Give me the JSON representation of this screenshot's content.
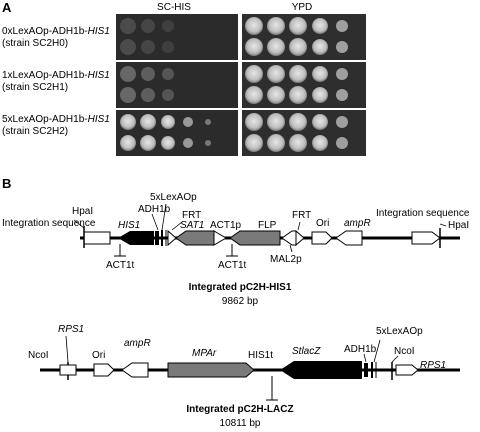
{
  "panelA": {
    "letter": "A",
    "col_headers": [
      "SC-HIS",
      "YPD"
    ],
    "strains": [
      {
        "construct": "0xLexAOp-ADH1b-",
        "gene": "HIS1",
        "strain": "(strain SC2H0)"
      },
      {
        "construct": "1xLexAOp-ADH1b-",
        "gene": "HIS1",
        "strain": "(strain SC2H1)"
      },
      {
        "construct": "5xLexAOp-ADH1b-",
        "gene": "HIS1",
        "strain": "(strain SC2H2)"
      }
    ]
  },
  "panelB": {
    "letter": "B",
    "map1": {
      "title": "Integrated pC2H-HIS1",
      "size": "9862 bp",
      "labels": {
        "hpa_left": "HpaI",
        "integration_left": "Integration sequence",
        "his1": "HIS1",
        "adh1b": "ADH1b",
        "lexaop": "5xLexAOp",
        "frt_left": "FRT",
        "sat1": "SAT1",
        "act1p": "ACT1p",
        "flp": "FLP",
        "frt_right": "FRT",
        "ori": "Ori",
        "ampr": "ampR",
        "integration_right": "Integration sequence",
        "hpa_right": "HpaI",
        "act1t_left": "ACT1t",
        "act1t_mid": "ACT1t",
        "mal2p": "MAL2p"
      }
    },
    "map2": {
      "title": "Integrated pC2H-LACZ",
      "size": "10811 bp",
      "labels": {
        "ncoi_left": "NcoI",
        "rps1_left": "RPS1",
        "ori": "Ori",
        "ampr": "ampR",
        "mpar": "MPAr",
        "his1t": "HIS1t",
        "stlacz": "StlacZ",
        "adh1b": "ADH1b",
        "lexaop": "5xLexAOp",
        "ncoi_right": "NcoI",
        "rps1_right": "RPS1"
      }
    }
  }
}
